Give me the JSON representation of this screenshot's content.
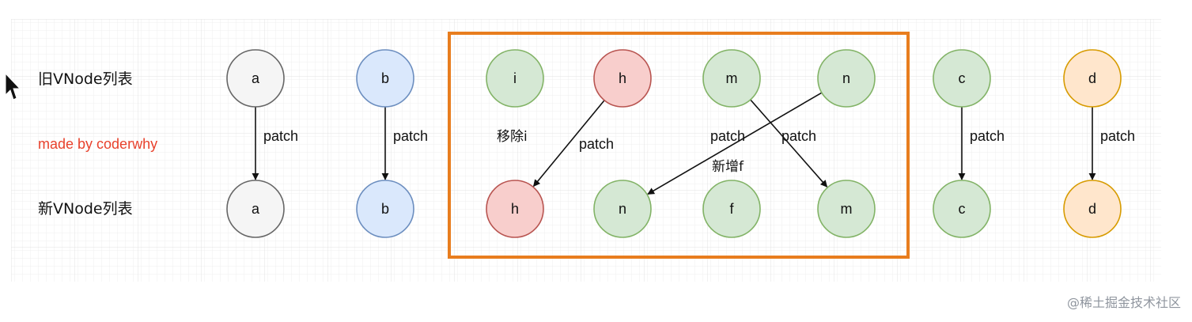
{
  "row_labels": {
    "old": "旧VNode列表",
    "made_by": "made by coderwhy",
    "new": "新VNode列表"
  },
  "colors": {
    "grey_fill": "#f5f5f5",
    "grey_stroke": "#666666",
    "blue_fill": "#dae8fc",
    "blue_stroke": "#6c8ebf",
    "green_fill": "#d5e8d4",
    "green_stroke": "#82b366",
    "red_fill": "#f8cecc",
    "red_stroke": "#b85450",
    "orange_fill": "#ffe6cc",
    "orange_stroke": "#d79b00",
    "highlight_box": "#e87d1e",
    "made_by_text": "#e8412c",
    "grid": "#e5e5e5"
  },
  "old_nodes": [
    {
      "id": "old-a",
      "label": "a",
      "color": "grey"
    },
    {
      "id": "old-b",
      "label": "b",
      "color": "blue"
    },
    {
      "id": "old-i",
      "label": "i",
      "color": "green"
    },
    {
      "id": "old-h",
      "label": "h",
      "color": "red"
    },
    {
      "id": "old-m",
      "label": "m",
      "color": "green"
    },
    {
      "id": "old-n",
      "label": "n",
      "color": "green"
    },
    {
      "id": "old-c",
      "label": "c",
      "color": "green"
    },
    {
      "id": "old-d",
      "label": "d",
      "color": "orange"
    }
  ],
  "new_nodes": [
    {
      "id": "new-a",
      "label": "a",
      "color": "grey"
    },
    {
      "id": "new-b",
      "label": "b",
      "color": "blue"
    },
    {
      "id": "new-h",
      "label": "h",
      "color": "red"
    },
    {
      "id": "new-n",
      "label": "n",
      "color": "green"
    },
    {
      "id": "new-f",
      "label": "f",
      "color": "green"
    },
    {
      "id": "new-m",
      "label": "m",
      "color": "green"
    },
    {
      "id": "new-c",
      "label": "c",
      "color": "green"
    },
    {
      "id": "new-d",
      "label": "d",
      "color": "orange"
    }
  ],
  "edges": [
    {
      "from": "old-a",
      "to": "new-a",
      "label": "patch"
    },
    {
      "from": "old-b",
      "to": "new-b",
      "label": "patch"
    },
    {
      "from": "old-h",
      "to": "new-h",
      "label": "patch"
    },
    {
      "from": "old-n",
      "to": "new-n",
      "label": "patch"
    },
    {
      "from": "old-m",
      "to": "new-m",
      "label": "patch"
    },
    {
      "from": "old-c",
      "to": "new-c",
      "label": "patch"
    },
    {
      "from": "old-d",
      "to": "new-d",
      "label": "patch"
    }
  ],
  "annotations": {
    "removed": "移除i",
    "added": "新增f"
  },
  "watermark": "@稀土掘金技术社区"
}
